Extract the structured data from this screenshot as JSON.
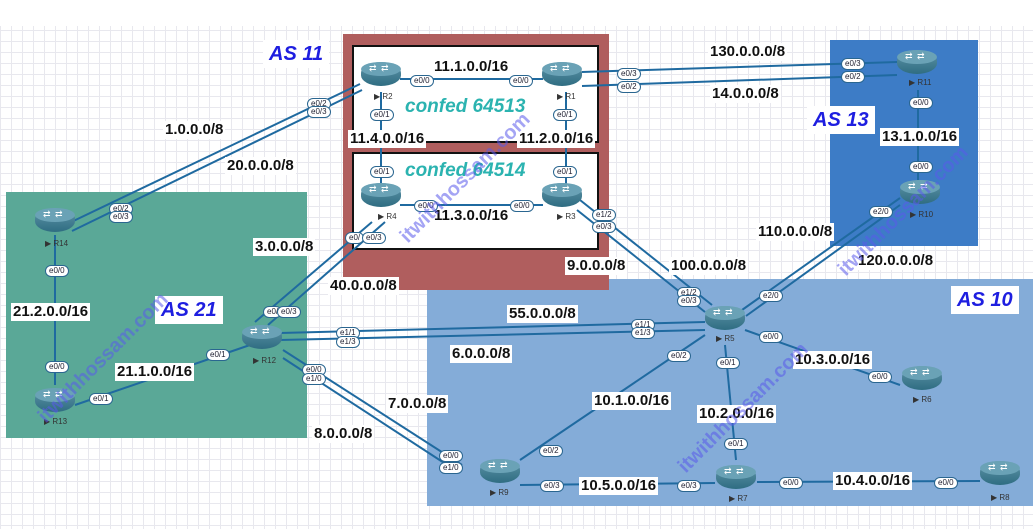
{
  "as_labels": {
    "as11": "AS 11",
    "as13": "AS 13",
    "as21": "AS 21",
    "as10": "AS 10"
  },
  "confeds": {
    "c64513": "confed 64513",
    "c64514": "confed 64514"
  },
  "colors": {
    "as11": "#b05e5e",
    "as13": "#3d7cc6",
    "as21": "#5aa897",
    "as10": "#84acd8",
    "link": "#1f6aa0",
    "as_label_text": "#1e1ee0",
    "confed_text": "#2bb3b0"
  },
  "routers": [
    {
      "id": "R1",
      "name": "R1"
    },
    {
      "id": "R2",
      "name": "R2"
    },
    {
      "id": "R3",
      "name": "R3"
    },
    {
      "id": "R4",
      "name": "R4"
    },
    {
      "id": "R5",
      "name": "R5"
    },
    {
      "id": "R6",
      "name": "R6"
    },
    {
      "id": "R7",
      "name": "R7"
    },
    {
      "id": "R8",
      "name": "R8"
    },
    {
      "id": "R9",
      "name": "R9"
    },
    {
      "id": "R10",
      "name": "R10"
    },
    {
      "id": "R11",
      "name": "R11"
    },
    {
      "id": "R12",
      "name": "R12"
    },
    {
      "id": "R13",
      "name": "R13"
    },
    {
      "id": "R14",
      "name": "R14"
    }
  ],
  "subnets": {
    "n11_1": "11.1.0.0/16",
    "n11_2": "11.2.0.0/16",
    "n11_3": "11.3.0.0/16",
    "n11_4": "11.4.0.0/16",
    "n130": "130.0.0.0/8",
    "n14": "14.0.0.0/8",
    "n13_1": "13.1.0.0/16",
    "n1": "1.0.0.0/8",
    "n20": "20.0.0.0/8",
    "n3": "3.0.0.0/8",
    "n40": "40.0.0.0/8",
    "n21_2": "21.2.0.0/16",
    "n21_1": "21.1.0.0/16",
    "n9": "9.0.0.0/8",
    "n100": "100.0.0.0/8",
    "n110": "110.0.0.0/8",
    "n120": "120.0.0.0/8",
    "n55": "55.0.0.0/8",
    "n6": "6.0.0.0/8",
    "n7": "7.0.0.0/8",
    "n8": "8.0.0.0/8",
    "n10_1": "10.1.0.0/16",
    "n10_2": "10.2.0.0/16",
    "n10_3": "10.3.0.0/16",
    "n10_4": "10.4.0.0/16",
    "n10_5": "10.5.0.0/16"
  },
  "interfaces": {
    "r2_e00": "e0/0",
    "r2_e01": "e0/1",
    "r2_e02": "e0/2",
    "r2_e03": "e0/3",
    "r1_e00": "e0/0",
    "r1_e01": "e0/1",
    "r1_e03": "e0/3",
    "r1_e02": "e0/2",
    "r11_e03": "e0/3",
    "r11_e02": "e0/2",
    "r11_e00": "e0/0",
    "r10_e00": "e0/0",
    "r10_e20": "e2/0",
    "r4_e01": "e0/1",
    "r4_e00": "e0/0",
    "r4_e0x": "e0/",
    "r4_e03": "e0/3",
    "r3_e01": "e0/1",
    "r3_e00": "e0/0",
    "r3_e12": "e1/2",
    "r3_e03": "e0/3",
    "r14_e02": "e0/2",
    "r14_e03": "e0/3",
    "r14_e00": "e0/0",
    "r13_e00": "e0/0",
    "r13_e01": "e0/1",
    "r12_e01": "e0/1",
    "r12_e0x": "e0/",
    "r12_e03": "e0/3",
    "r12_e11": "e1/1",
    "r12_e13": "e1/3",
    "r12_e00": "e0/0",
    "r12_e10": "e1/0",
    "r5_e12": "e1/2",
    "r5_e03": "e0/3",
    "r5_e11": "e1/1",
    "r5_e13": "e1/3",
    "r5_e20": "e2/0",
    "r5_e00": "e0/0",
    "r5_e02": "e0/2",
    "r5_e01": "e0/1",
    "r6_e00": "e0/0",
    "r9_e00": "e0/0",
    "r9_e10": "e1/0",
    "r9_e02": "e0/2",
    "r9_e03": "e0/3",
    "r7_e03": "e0/3",
    "r7_e01": "e0/1",
    "r7_e00": "e0/0",
    "r8_e00": "e0/0"
  },
  "watermark": "itwithhossam.com"
}
